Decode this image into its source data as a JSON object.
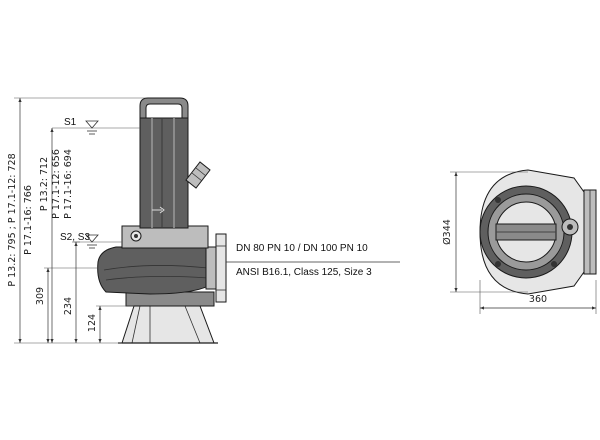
{
  "levels": {
    "s1": "S1",
    "s2s3": "S2, S3"
  },
  "dimensions": {
    "overall_height_a": "P 13.2: 795 ; P 17.1-12: 728",
    "overall_height_b": "P 17.1-16: 766",
    "s1_level_a": "P 13.2: 712",
    "s1_level_b": "P 17.1-12: 656",
    "s1_level_c": "P 17.1-16: 694",
    "flange_height": "309",
    "s2_height": "234",
    "base_height": "124",
    "diameter": "Ø344",
    "width": "360"
  },
  "flange_spec": {
    "line1": "DN 80 PN 10 / DN 100 PN 10",
    "line2": "ANSI B16.1, Class 125, Size 3"
  }
}
